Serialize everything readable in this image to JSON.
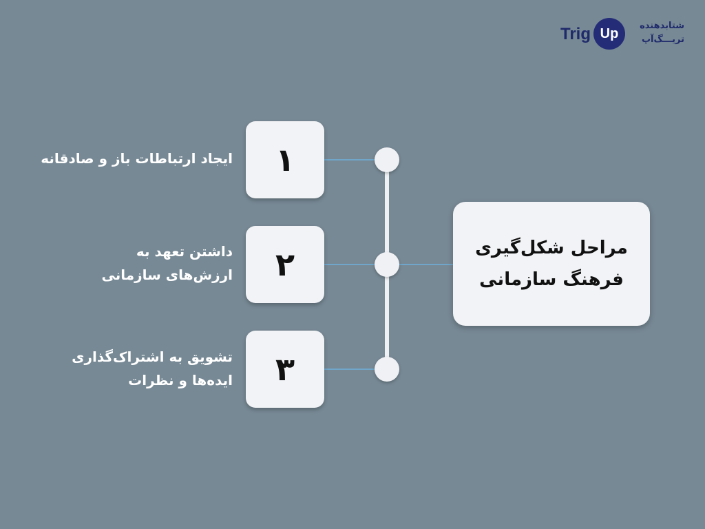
{
  "logo": {
    "trig": "Trig",
    "up": "Up",
    "line1": "شتابدهنده",
    "line2": "تریـــگ‌آپ"
  },
  "main_title": {
    "line1": "مراحل شکل‌گیری",
    "line2": "فرهنگ سازمانی"
  },
  "steps": [
    {
      "number": "۱",
      "lines": [
        "ایجاد ارتباطات باز و صادقانه"
      ]
    },
    {
      "number": "۲",
      "lines": [
        "داشتن تعهد به",
        "ارزش‌های سازمانی"
      ]
    },
    {
      "number": "۳",
      "lines": [
        "تشویق به اشتراک‌گذاری",
        "ایده‌ها و نظرات"
      ]
    }
  ],
  "colors": {
    "background": "#778995",
    "box": "#f2f3f6",
    "connector": "#6fa6c9",
    "spine": "#f0f1f4",
    "text_light": "#ffffff",
    "text_dark": "#111111",
    "brand": "#242c78"
  }
}
